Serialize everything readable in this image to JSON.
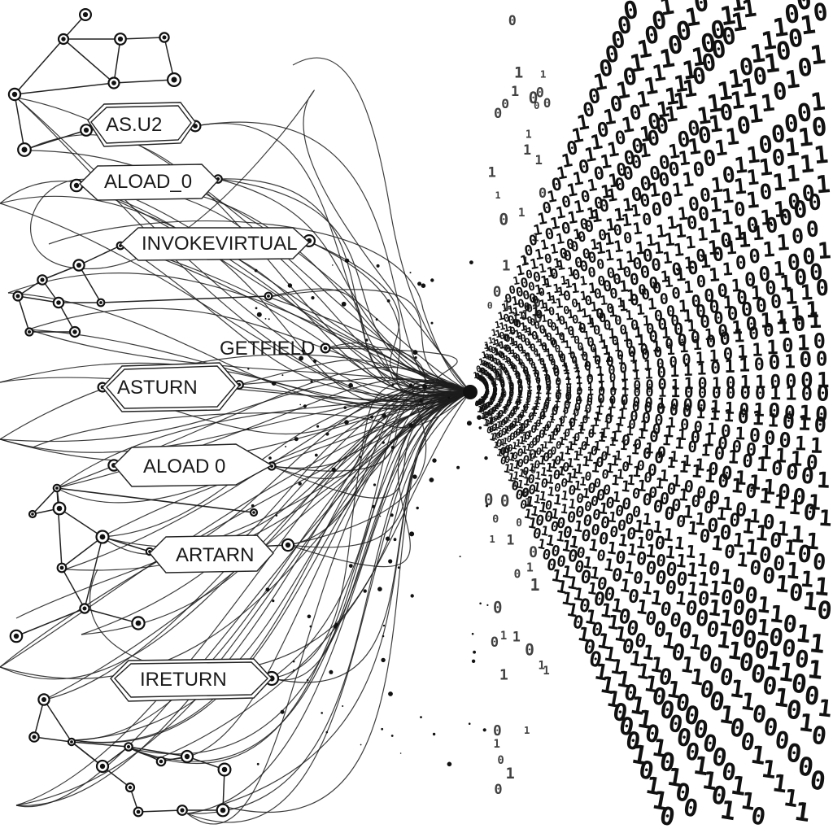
{
  "labels": [
    {
      "id": "as-u2",
      "text": "AS.U2"
    },
    {
      "id": "aload-0-top",
      "text": "ALOAD_0"
    },
    {
      "id": "invokevirtual",
      "text": "INVOKEVIRTUAL"
    },
    {
      "id": "getfield",
      "text": "GETFIELD"
    },
    {
      "id": "asturn",
      "text": "ASTURN"
    },
    {
      "id": "aload-0-bottom",
      "text": "ALOAD 0"
    },
    {
      "id": "artarn",
      "text": "ARTARN"
    },
    {
      "id": "ireturn",
      "text": "IRETURN"
    }
  ],
  "binary_glyphs": [
    "0",
    "1"
  ]
}
